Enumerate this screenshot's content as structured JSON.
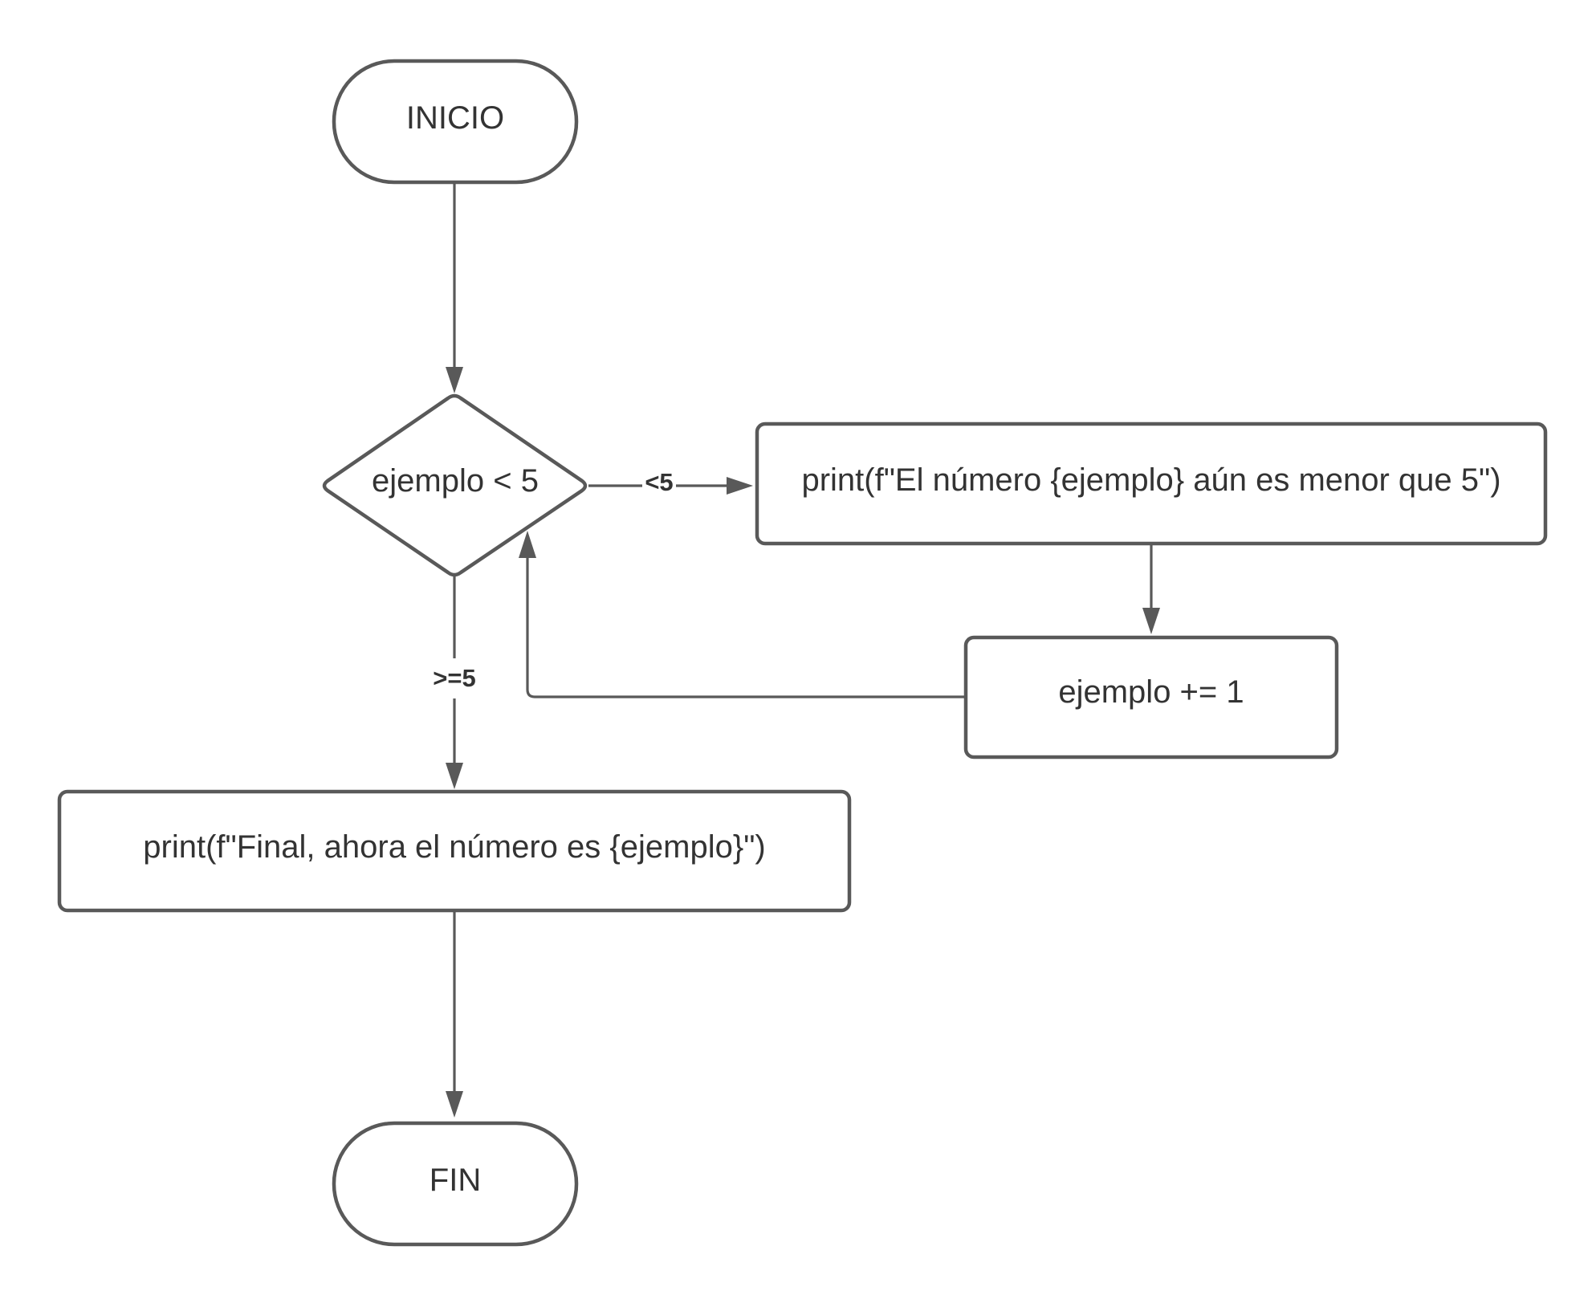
{
  "colors": {
    "stroke": "#595959",
    "text": "#333333",
    "background": "#ffffff"
  },
  "nodes": {
    "start": {
      "label": "INICIO",
      "shape": "terminator"
    },
    "condition": {
      "label": "ejemplo < 5",
      "shape": "decision"
    },
    "print_loop": {
      "label": "print(f\"El número {ejemplo} aún es menor que 5\")",
      "shape": "process"
    },
    "increment": {
      "label": "ejemplo += 1",
      "shape": "process"
    },
    "print_final": {
      "label": "print(f\"Final, ahora el número es {ejemplo}\")",
      "shape": "process"
    },
    "end": {
      "label": "FIN",
      "shape": "terminator"
    }
  },
  "edges": [
    {
      "from": "start",
      "to": "condition",
      "label": ""
    },
    {
      "from": "condition",
      "to": "print_loop",
      "label": "<5"
    },
    {
      "from": "print_loop",
      "to": "increment",
      "label": ""
    },
    {
      "from": "increment",
      "to": "condition",
      "label": ""
    },
    {
      "from": "condition",
      "to": "print_final",
      "label": ">=5"
    },
    {
      "from": "print_final",
      "to": "end",
      "label": ""
    }
  ]
}
